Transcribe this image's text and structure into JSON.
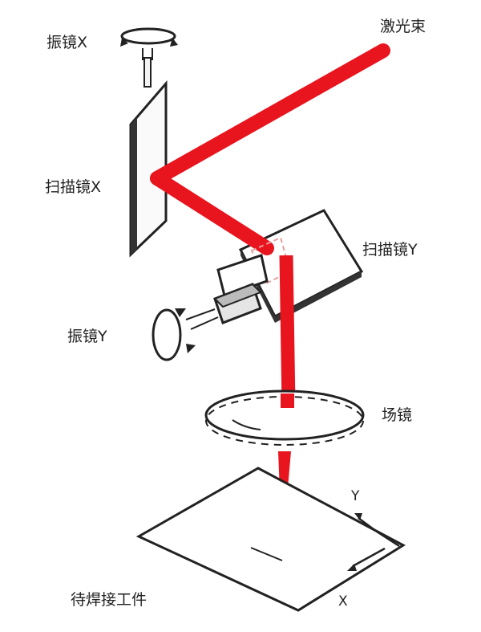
{
  "labels": {
    "galvo_x": "振镜X",
    "scan_mirror_x": "扫描镜X",
    "laser_beam": "激光束",
    "scan_mirror_y": "扫描镜Y",
    "galvo_y": "振镜Y",
    "field_lens": "场镜",
    "workpiece": "待焊接工件",
    "axis_y": "Y",
    "axis_x": "X"
  },
  "colors": {
    "beam": "#e8141e",
    "outline": "#222222",
    "background": "#ffffff"
  }
}
